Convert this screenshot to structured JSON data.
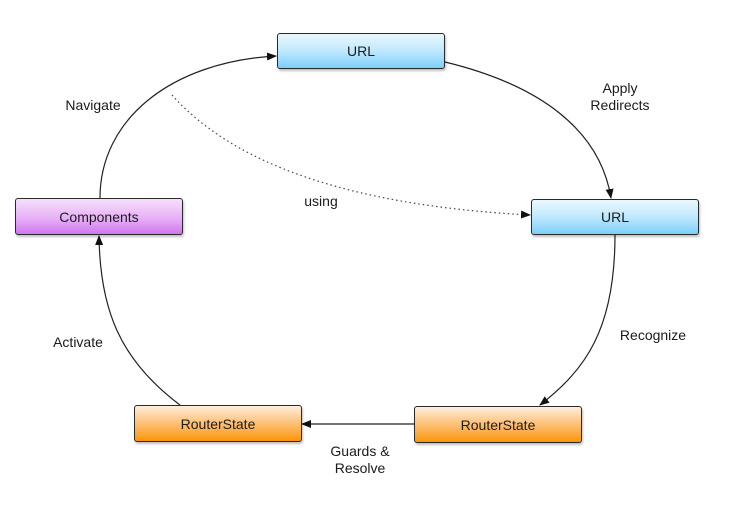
{
  "diagram": {
    "type": "flow-cycle",
    "nodes": [
      {
        "id": "url-top",
        "label": "URL",
        "color": "#7ccffa"
      },
      {
        "id": "url-right",
        "label": "URL",
        "color": "#7ccffa"
      },
      {
        "id": "routerstate-right",
        "label": "RouterState",
        "color": "#fb9509"
      },
      {
        "id": "routerstate-left",
        "label": "RouterState",
        "color": "#fb9509"
      },
      {
        "id": "components",
        "label": "Components",
        "color": "#cf77ef"
      }
    ],
    "edges": [
      {
        "from": "url-top",
        "to": "url-right",
        "label_lines": [
          "Apply",
          "Redirects"
        ],
        "style": "solid"
      },
      {
        "from": "url-right",
        "to": "routerstate-right",
        "label_lines": [
          "Recognize"
        ],
        "style": "solid"
      },
      {
        "from": "routerstate-right",
        "to": "routerstate-left",
        "label_lines": [
          "Guards &",
          "Resolve"
        ],
        "style": "solid"
      },
      {
        "from": "routerstate-left",
        "to": "components",
        "label_lines": [
          "Activate"
        ],
        "style": "solid"
      },
      {
        "from": "components",
        "to": "url-top",
        "label_lines": [
          "Navigate"
        ],
        "style": "solid"
      },
      {
        "from": "navigate-edge",
        "to": "url-right",
        "label_lines": [
          "using"
        ],
        "style": "dotted"
      }
    ]
  }
}
